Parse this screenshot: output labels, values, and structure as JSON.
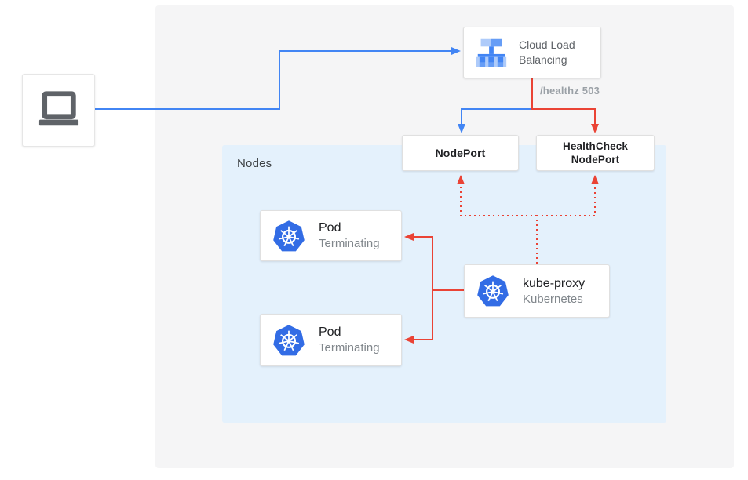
{
  "client": {
    "name": "laptop"
  },
  "load_balancer": {
    "line1": "Cloud Load",
    "line2": "Balancing"
  },
  "edge_label": "/healthz 503",
  "nodeport": {
    "label": "NodePort"
  },
  "healthcheck_nodeport": {
    "line1": "HealthCheck",
    "line2": "NodePort"
  },
  "nodes_group": {
    "label": "Nodes"
  },
  "pods": [
    {
      "title": "Pod",
      "status": "Terminating"
    },
    {
      "title": "Pod",
      "status": "Terminating"
    }
  ],
  "kube_proxy": {
    "title": "kube-proxy",
    "subtitle": "Kubernetes"
  },
  "colors": {
    "traffic_blue": "#4285f4",
    "healthcheck_red": "#ea4335",
    "kubernetes_blue": "#326ce5",
    "panel_bg": "#f5f5f6",
    "nodes_bg": "#e4f1fc",
    "muted_text": "#80868b",
    "dark_text": "#202124"
  }
}
